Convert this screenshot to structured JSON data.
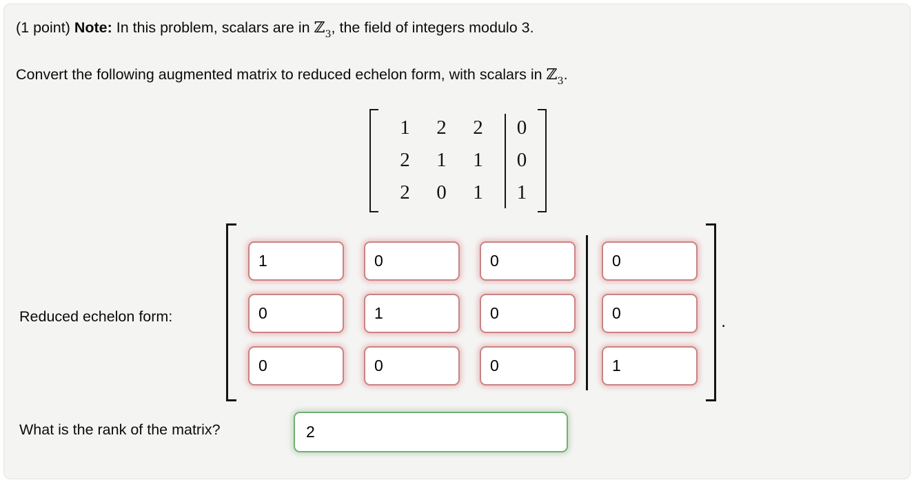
{
  "header": {
    "points_label": "(1 point) ",
    "note_label": "Note:",
    "note_text": " In this problem, scalars are in ",
    "note_tail": ", the field of integers modulo 3.",
    "instruction_text": "Convert the following augmented matrix to reduced echelon form, with scalars in ",
    "instruction_tail": "."
  },
  "math": {
    "z_symbol": "ℤ",
    "z_sub": "3"
  },
  "display_matrix": {
    "rows": [
      [
        "1",
        "2",
        "2",
        "0"
      ],
      [
        "2",
        "1",
        "1",
        "0"
      ],
      [
        "2",
        "0",
        "1",
        "1"
      ]
    ]
  },
  "answer_matrix": {
    "label": "Reduced echelon form:",
    "status": "incorrect",
    "rows": [
      [
        "1",
        "0",
        "0",
        "0"
      ],
      [
        "0",
        "1",
        "0",
        "0"
      ],
      [
        "0",
        "0",
        "0",
        "1"
      ]
    ],
    "period": "."
  },
  "rank": {
    "question": "What is the rank of the matrix?",
    "value": "2",
    "status": "correct"
  },
  "colors": {
    "incorrect_border": "#c98383",
    "incorrect_glow": "rgba(222,139,139,0.45)",
    "correct_border": "#74ad74",
    "correct_glow": "rgba(141,191,141,0.45)",
    "card_background": "#f4f4f3"
  }
}
